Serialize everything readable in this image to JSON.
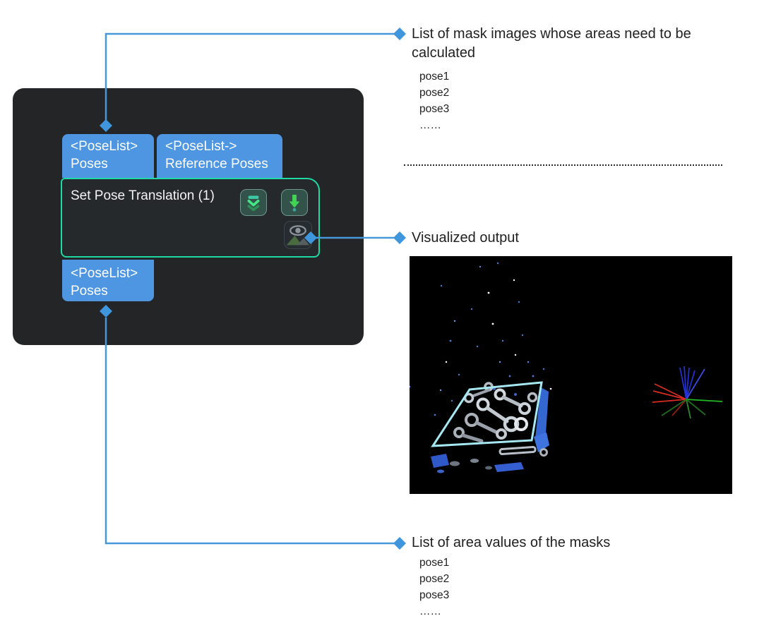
{
  "node": {
    "title": "Set Pose Translation (1)",
    "input_ports": [
      {
        "type": "<PoseList>",
        "name": "Poses"
      },
      {
        "type": "<PoseList->",
        "name": "Reference Poses"
      }
    ],
    "output_port": {
      "type": "<PoseList>",
      "name": "Poses"
    },
    "icons": {
      "collapse": "double-chevron-collapse-icon",
      "run": "green-down-arrow-run-icon",
      "visualize": "eye-over-image-icon"
    }
  },
  "annotations": {
    "top": {
      "title": "List of mask images whose areas need to be calculated",
      "items": [
        "pose1",
        "pose2",
        "pose3",
        "……"
      ]
    },
    "middle": {
      "title": "Visualized output"
    },
    "bottom": {
      "title": "List of area values of the masks",
      "items": [
        "pose1",
        "pose2",
        "pose3",
        "……"
      ]
    }
  },
  "visualization": {
    "description": "point cloud of connecting rods in a bin with cyan bounding frame and multi-pose RGB axes",
    "background": "#000000"
  },
  "colors": {
    "connector_blue": "#4698da",
    "diamond_blue": "#3f96dc",
    "port_blue": "#4f96e2",
    "node_border_teal": "#1fd8a4",
    "canvas_dark": "#232527",
    "node_body": "#25292c",
    "run_green": "#41d354",
    "axis_red": "#d92b20",
    "axis_green": "#25b825",
    "axis_blue": "#2430cf",
    "frame_cyan": "#a5e8f2"
  }
}
